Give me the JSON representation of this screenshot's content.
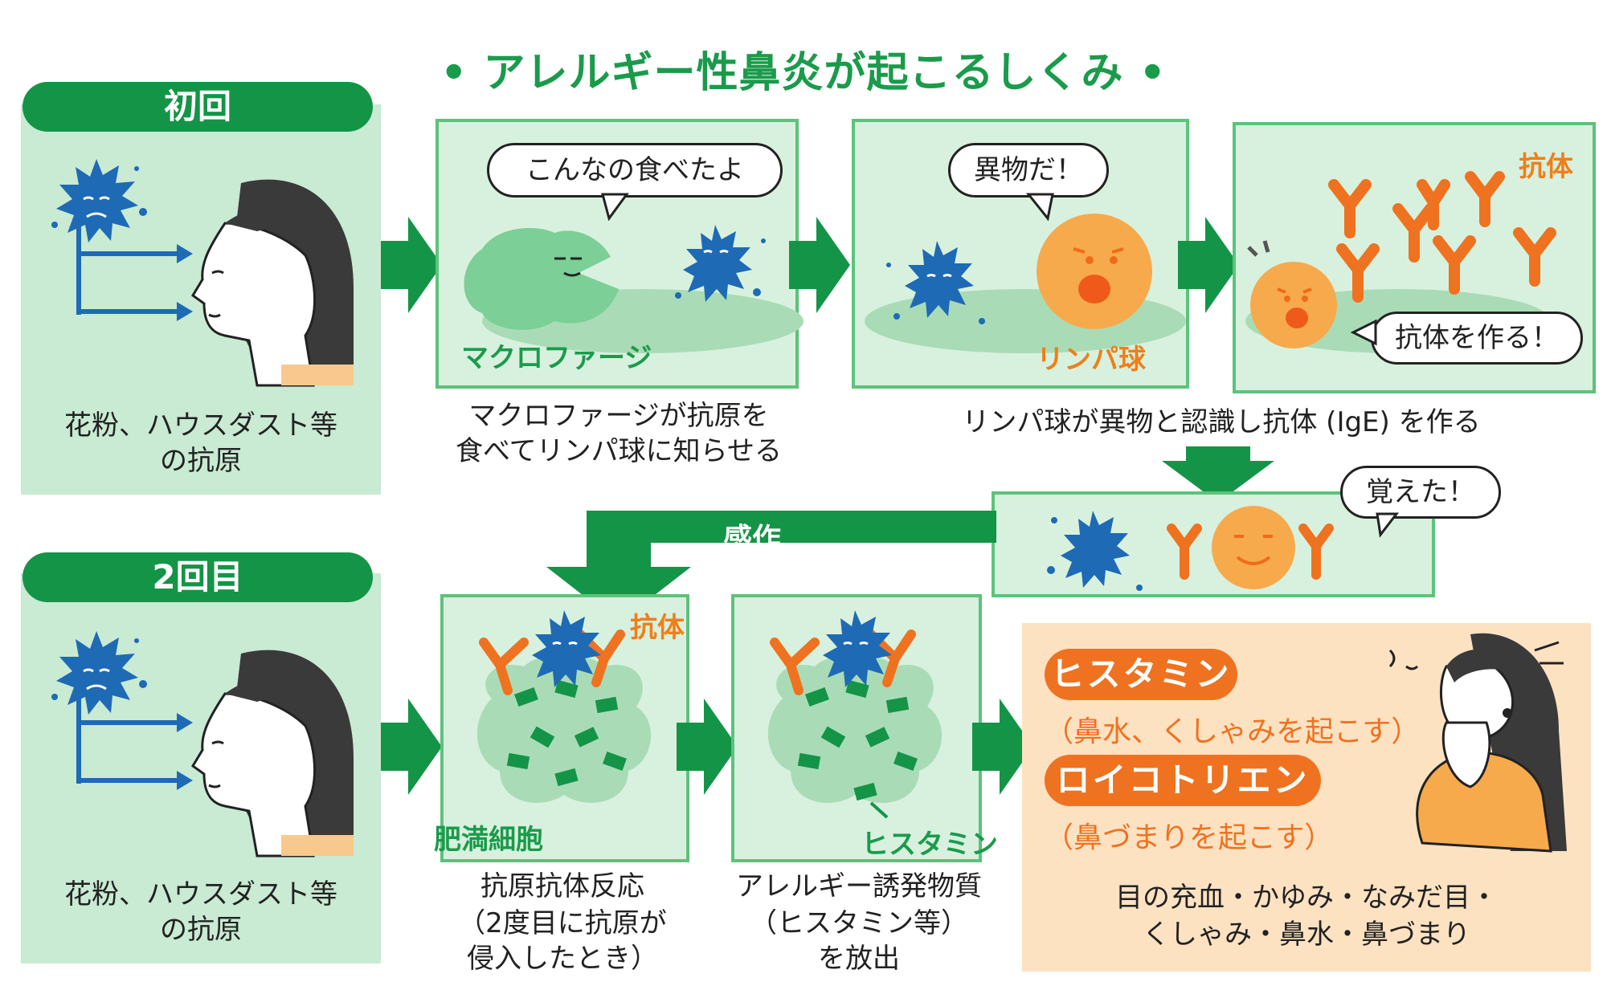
{
  "title": "• アレルギー性鼻炎が起こるしくみ •",
  "first": {
    "pill": "初回",
    "caption_line1": "花粉、ハウスダスト等",
    "caption_line2": "の抗原"
  },
  "step1": {
    "bubble": "こんなの食べたよ",
    "label": "マクロファージ",
    "caption_line1": "マクロファージが抗原を",
    "caption_line2": "食べてリンパ球に知らせる"
  },
  "step2": {
    "bubble": "異物だ！",
    "label": "リンパ球"
  },
  "step3": {
    "label": "抗体",
    "bubble": "抗体を作る！"
  },
  "caption_lymph": "リンパ球が異物と認識し抗体 (IgE) を作る",
  "memory": {
    "bubble": "覚えた！",
    "arrow_label": "感作"
  },
  "second": {
    "pill": "2回目",
    "caption_line1": "花粉、ハウスダスト等",
    "caption_line2": "の抗原"
  },
  "step4": {
    "label_antibody": "抗体",
    "label_cell": "肥満細胞",
    "caption_line1": "抗原抗体反応",
    "caption_line2": "（2度目に抗原が",
    "caption_line3": "侵入したとき）"
  },
  "step5": {
    "label": "ヒスタミン",
    "caption_line1": "アレルギー誘発物質",
    "caption_line2": "（ヒスタミン等）",
    "caption_line3": "を放出"
  },
  "effect": {
    "tag1": "ヒスタミン",
    "sub1": "（鼻水、くしゃみを起こす）",
    "tag2": "ロイコトリエン",
    "sub2": "（鼻づまりを起こす）",
    "caption_line1": "目の充血・かゆみ・なみだ目・",
    "caption_line2": "くしゃみ・鼻水・鼻づまり"
  },
  "colors": {
    "green_dark": "#149447",
    "green_light": "#c9ead3",
    "orange": "#ef7220",
    "blue": "#1e6ab5",
    "peach": "#fde2c2"
  }
}
